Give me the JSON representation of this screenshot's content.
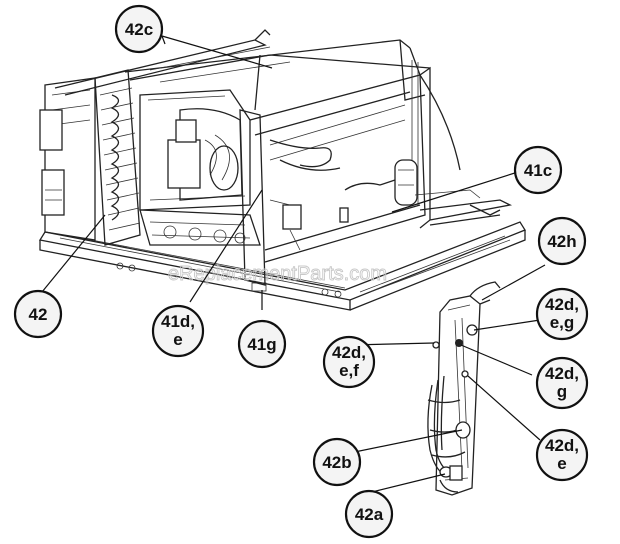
{
  "watermark": "eReplacementParts.com",
  "callouts": {
    "c42c": "42c",
    "c41c": "41c",
    "c42h": "42h",
    "c42": "42",
    "c41de_1": "41d,",
    "c41de_2": "e",
    "c41g": "41g",
    "c42deg_1": "42d,",
    "c42deg_2": "e,g",
    "c42def_1": "42d,",
    "c42def_2": "e,f",
    "c42dg_1": "42d,",
    "c42dg_2": "g",
    "c42b": "42b",
    "c42de_1": "42d,",
    "c42de_2": "e",
    "c42a": "42a"
  }
}
